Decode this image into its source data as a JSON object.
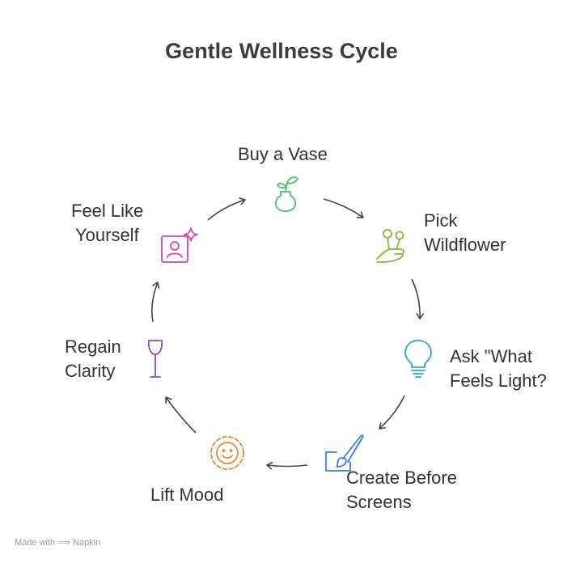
{
  "title": "Gentle Wellness Cycle",
  "steps": [
    {
      "lines": [
        "Buy a Vase"
      ],
      "icon": "vase-icon",
      "color": "#4fbf73"
    },
    {
      "lines": [
        "Pick",
        "Wildflower"
      ],
      "icon": "hand-flower-icon",
      "color": "#8ab83a"
    },
    {
      "lines": [
        "Ask \"What",
        "Feels Light?"
      ],
      "icon": "lightbulb-icon",
      "color": "#2ea3d6"
    },
    {
      "lines": [
        "Create Before",
        "Screens"
      ],
      "icon": "paintbrush-icon",
      "color": "#3b7fd9"
    },
    {
      "lines": [
        "Lift Mood"
      ],
      "icon": "smiley-icon",
      "color": "#e8873a"
    },
    {
      "lines": [
        "Regain",
        "Clarity"
      ],
      "icon": "wine-glass-icon",
      "color": "#7b55c9"
    },
    {
      "lines": [
        "Feel Like",
        "Yourself"
      ],
      "icon": "profile-sparkle-icon",
      "color": "#e0459a"
    }
  ],
  "footer": {
    "made_with": "Made with",
    "brand": "Napkin"
  }
}
